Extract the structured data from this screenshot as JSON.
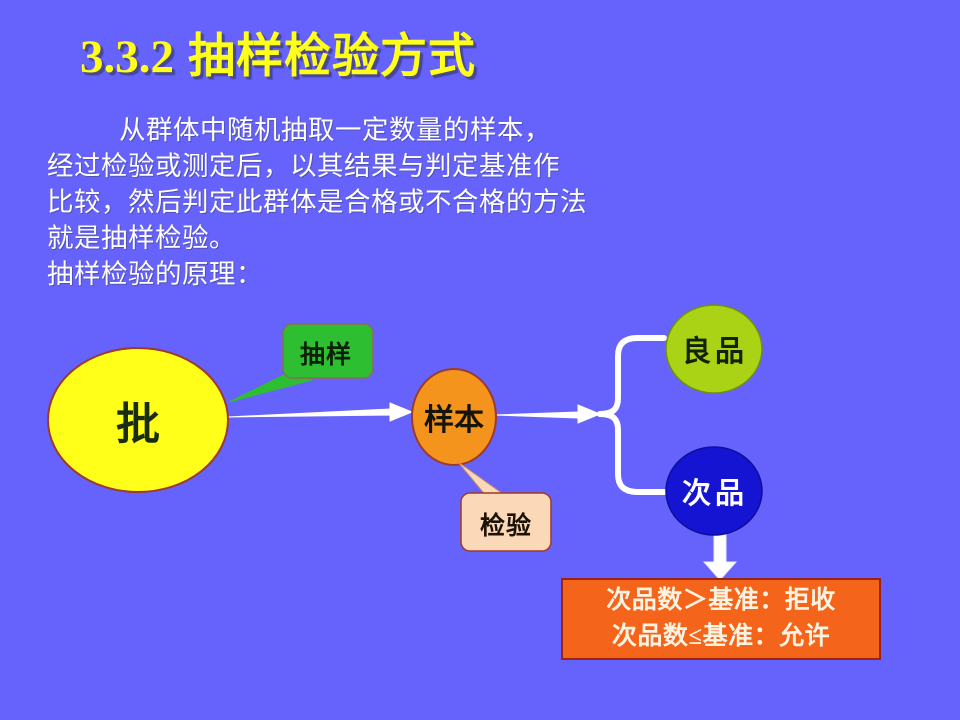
{
  "slide": {
    "background_color": "#6563fb",
    "title": {
      "number": "3.3.2",
      "text": "抽样检验方式",
      "color": "#ffff1a"
    },
    "body_lines": [
      "从群体中随机抽取一定数量的样本，",
      "经过检验或测定后，以其结果与判定基准作",
      "比较，然后判定此群体是合格或不合格的方法",
      "就是抽样检验。",
      "抽样检验的原理："
    ]
  },
  "diagram": {
    "nodes": {
      "batch": {
        "label": "批",
        "shape": "ellipse",
        "fill": "#ffff1a",
        "stroke": "#9c3a2b",
        "text_color": "#1a2d14"
      },
      "sample": {
        "label": "样本",
        "shape": "ellipse",
        "fill": "#f5941d",
        "stroke": "#9c3a2b",
        "text_color": "#14140a"
      },
      "good": {
        "label": "良品",
        "shape": "ellipse",
        "fill": "#aad316",
        "stroke": "#6f8f10",
        "text_color": "#13220a"
      },
      "defect": {
        "label": "次品",
        "shape": "ellipse",
        "fill": "#1414d2",
        "stroke": "#0e0e9c",
        "text_color": "#ffffff"
      }
    },
    "callouts": {
      "sampling": {
        "label": "抽样",
        "fill": "#2dbf31",
        "stroke": "#8f6a55",
        "text_color": "#0d1f09"
      },
      "inspection": {
        "label": "检验",
        "fill": "#fbd9b8",
        "stroke": "#9c3a2b",
        "text_color": "#1d1206"
      }
    },
    "connectors": {
      "batch_to_sample": "arrow",
      "sample_to_brace": "arrow",
      "brace_split": "brace",
      "defect_to_result": "arrow-down"
    },
    "result_box": {
      "fill": "#f4641a",
      "stroke": "#9c2216",
      "text_color": "#fdf3e2",
      "lines": [
        "次品数＞基准：拒收",
        "次品数≤基准：允许"
      ]
    }
  }
}
